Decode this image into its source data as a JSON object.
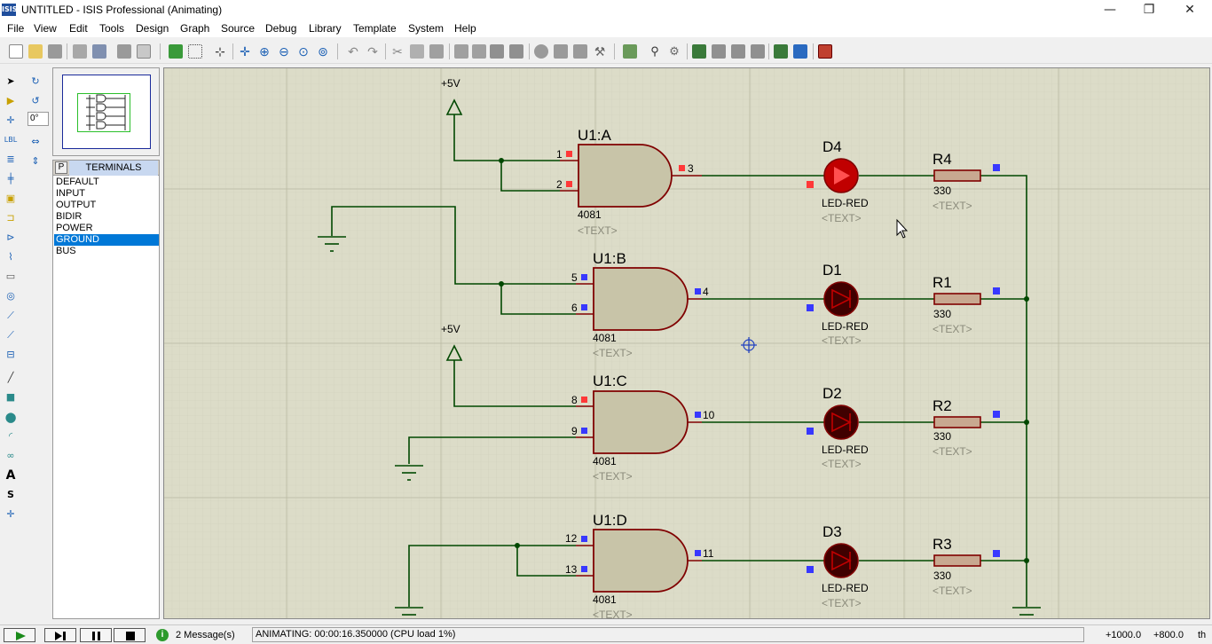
{
  "window": {
    "app_icon_text": "ISIS",
    "title": "UNTITLED - ISIS Professional (Animating)",
    "minimize_glyph": "—",
    "maximize_glyph": "❐",
    "close_glyph": "✕"
  },
  "menu": [
    "File",
    "View",
    "Edit",
    "Tools",
    "Design",
    "Graph",
    "Source",
    "Debug",
    "Library",
    "Template",
    "System",
    "Help"
  ],
  "left_panel": {
    "rotation_value": "0°",
    "selector_button": "P",
    "selector_title": "TERMINALS",
    "terminals": [
      "DEFAULT",
      "INPUT",
      "OUTPUT",
      "BIDIR",
      "POWER",
      "GROUND",
      "BUS"
    ],
    "selected_terminal": "GROUND"
  },
  "schematic": {
    "power_labels": [
      "+5V",
      "+5V"
    ],
    "gates": [
      {
        "ref": "U1:A",
        "part": "4081",
        "text": "<TEXT>",
        "pin_in1": "1",
        "pin_in2": "2",
        "pin_out": "3"
      },
      {
        "ref": "U1:B",
        "part": "4081",
        "text": "<TEXT>",
        "pin_in1": "5",
        "pin_in2": "6",
        "pin_out": "4"
      },
      {
        "ref": "U1:C",
        "part": "4081",
        "text": "<TEXT>",
        "pin_in1": "8",
        "pin_in2": "9",
        "pin_out": "10"
      },
      {
        "ref": "U1:D",
        "part": "4081",
        "text": "<TEXT>",
        "pin_in1": "12",
        "pin_in2": "13",
        "pin_out": "11"
      }
    ],
    "leds": [
      {
        "ref": "D4",
        "part": "LED-RED",
        "text": "<TEXT>",
        "state": "on"
      },
      {
        "ref": "D1",
        "part": "LED-RED",
        "text": "<TEXT>",
        "state": "off"
      },
      {
        "ref": "D2",
        "part": "LED-RED",
        "text": "<TEXT>",
        "state": "off"
      },
      {
        "ref": "D3",
        "part": "LED-RED",
        "text": "<TEXT>",
        "state": "off"
      }
    ],
    "resistors": [
      {
        "ref": "R4",
        "value": "330",
        "text": "<TEXT>"
      },
      {
        "ref": "R1",
        "value": "330",
        "text": "<TEXT>"
      },
      {
        "ref": "R2",
        "value": "330",
        "text": "<TEXT>"
      },
      {
        "ref": "R3",
        "value": "330",
        "text": "<TEXT>"
      }
    ],
    "colors": {
      "sheet": "#dcdcc8",
      "grid": "#c4c4b0",
      "wire": "#004800",
      "component_outline": "#800000",
      "gate_fill": "#c8c4a8",
      "logic_high": "#ff3838",
      "logic_low": "#3838ff",
      "led_on": "#c00000",
      "led_off": "#400000"
    }
  },
  "status": {
    "messages": "2 Message(s)",
    "animation": "ANIMATING: 00:00:16.350000 (CPU load 1%)",
    "coord_x": "+1000.0",
    "coord_y": "+800.0",
    "units": "th"
  }
}
